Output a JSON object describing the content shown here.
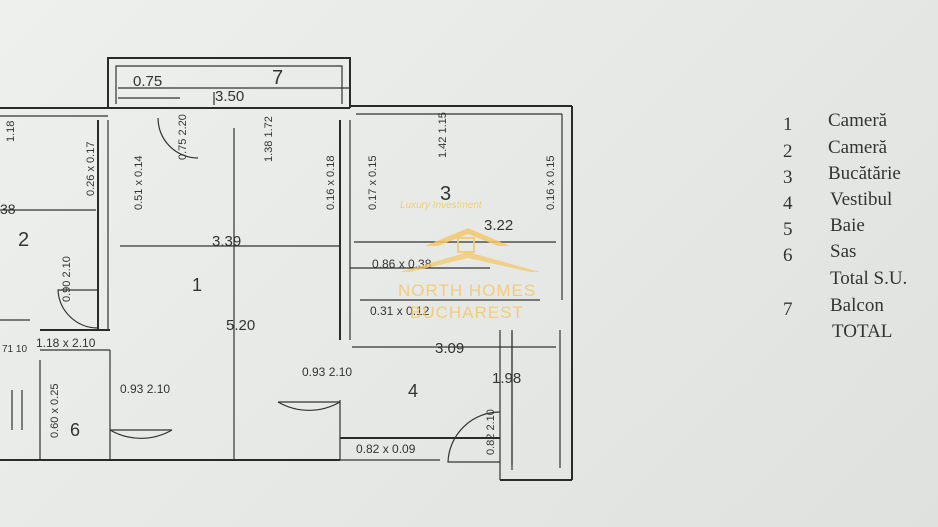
{
  "plan": {
    "dimensions": {
      "d_0_75": "0.75",
      "d_7": "7",
      "d_3_50": "3.50",
      "d_1_18": "1.18",
      "d_0_26x0_17": "0.26 x 0.17",
      "d_0_51x0_14": "0.51 x 0.14",
      "d_0_75_2_20": "0.75 2.20",
      "d_1_38_1_72": "1.38 1.72",
      "d_0_16x0_18": "0.16 x 0.18",
      "d_0_17x0_15": "0.17 x 0.15",
      "d_1_42_1_15": "1.42 1.15",
      "d_0_16x0_15": "0.16 x 0.15",
      "d_38": "38",
      "d_2": "2",
      "d_3": "3",
      "d_3_39": "3.39",
      "d_3_22": "3.22",
      "d_0_86x0_38": "0.86 x 0.38",
      "d_1": "1",
      "d_0_90_2_10": "0.90 2.10",
      "d_5_20": "5.20",
      "d_0_31x0_12": "0.31 x 0.12",
      "d_1_18x2_10": "1.18 x 2.10",
      "d_3_09": "3.09",
      "d_71_10": "71 10",
      "d_0_93_2_10a": "0.93 2.10",
      "d_4": "4",
      "d_1_98": "1.98",
      "d_0_60x0_25": "0.60 x 0.25",
      "d_0_93_2_10b": "0.93 2.10",
      "d_6": "6",
      "d_0_82x0_09": "0.82 x 0.09",
      "d_0_82_2_10": "0.82 2.10"
    }
  },
  "legend": [
    {
      "num": "1",
      "label": "Cameră"
    },
    {
      "num": "2",
      "label": "Cameră"
    },
    {
      "num": "3",
      "label": "Bucătărie"
    },
    {
      "num": "4",
      "label": "Vestibul"
    },
    {
      "num": "5",
      "label": "Baie"
    },
    {
      "num": "6",
      "label": "Sas"
    },
    {
      "num": "",
      "label": "Total S.U."
    },
    {
      "num": "7",
      "label": "Balcon"
    },
    {
      "num": "",
      "label": "TOTAL"
    }
  ],
  "watermark": {
    "tagline": "Luxury Investment",
    "line1": "NORTH HOMES",
    "line2": "BUCHAREST",
    "color": "#f3c86a"
  }
}
